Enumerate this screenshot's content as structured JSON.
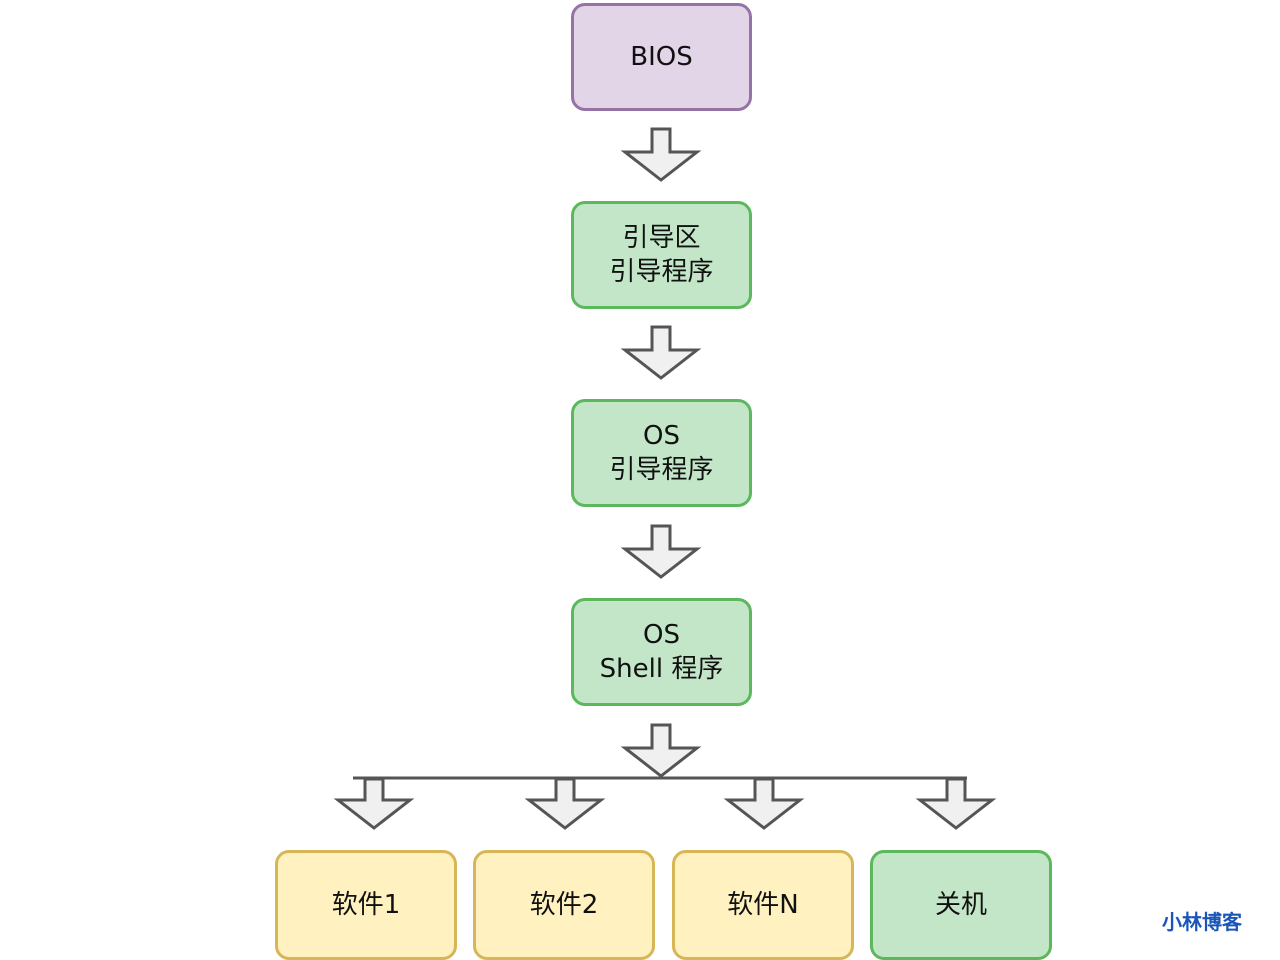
{
  "diagram": {
    "nodes": [
      {
        "id": "bios",
        "lines": [
          "BIOS"
        ],
        "color": "purple"
      },
      {
        "id": "boot-sector",
        "lines": [
          "引导区",
          "引导程序"
        ],
        "color": "green"
      },
      {
        "id": "os-loader",
        "lines": [
          "OS",
          "引导程序"
        ],
        "color": "green"
      },
      {
        "id": "os-shell",
        "lines": [
          "OS",
          "Shell 程序"
        ],
        "color": "green"
      },
      {
        "id": "software-1",
        "lines": [
          "软件1"
        ],
        "color": "yellow"
      },
      {
        "id": "software-2",
        "lines": [
          "软件2"
        ],
        "color": "yellow"
      },
      {
        "id": "software-n",
        "lines": [
          "软件N"
        ],
        "color": "yellow"
      },
      {
        "id": "shutdown",
        "lines": [
          "关机"
        ],
        "color": "green"
      }
    ],
    "edges": [
      {
        "from": "bios",
        "to": "boot-sector"
      },
      {
        "from": "boot-sector",
        "to": "os-loader"
      },
      {
        "from": "os-loader",
        "to": "os-shell"
      },
      {
        "from": "os-shell",
        "to": "software-1"
      },
      {
        "from": "os-shell",
        "to": "software-2"
      },
      {
        "from": "os-shell",
        "to": "software-n"
      },
      {
        "from": "os-shell",
        "to": "shutdown"
      }
    ],
    "colors": {
      "purple_fill": "#e1d5e7",
      "purple_stroke": "#9673a6",
      "green_fill": "#c3e6c8",
      "green_stroke": "#5cb85c",
      "yellow_fill": "#fff2c0",
      "yellow_stroke": "#d6b656",
      "arrow_fill": "#f0f0f0",
      "arrow_stroke": "#555555"
    }
  },
  "watermark": "小林博客"
}
